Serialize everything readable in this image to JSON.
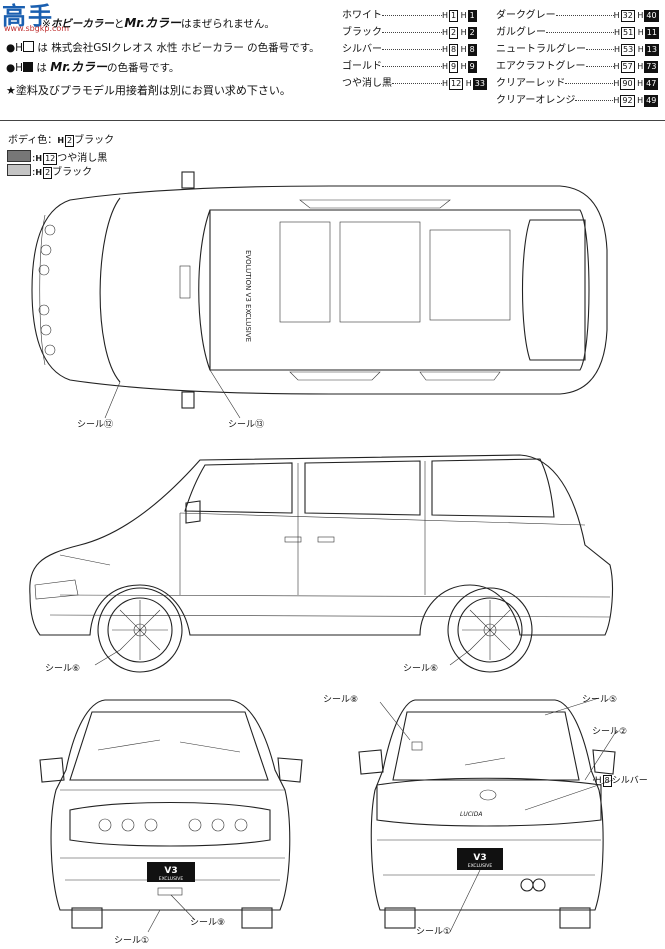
{
  "watermark": {
    "brand": "高手",
    "site": "www.sbgkp.com"
  },
  "header_notes": {
    "line1_prefix": "※",
    "line1_brand": "ホビーカラー",
    "line1_mid": "と",
    "line1_brand2": "Mr.カラー",
    "line1_suffix": "はまぜられません。",
    "line2_bullet": "●H",
    "line2_text": "は 株式会社GSIクレオス 水性 ホビーカラー の色番号です。",
    "line3_bullet": "●H",
    "line3_brand": "Mr.カラー",
    "line3_text": "の色番号です。",
    "line4": "★塗料及びプラモデル用接着剤は別にお買い求め下さい。"
  },
  "color_table_left": [
    {
      "name": "ホワイト",
      "h1": "1",
      "h2": "1"
    },
    {
      "name": "ブラック",
      "h1": "2",
      "h2": "2"
    },
    {
      "name": "シルバー",
      "h1": "8",
      "h2": "8"
    },
    {
      "name": "ゴールド",
      "h1": "9",
      "h2": "9"
    },
    {
      "name": "つや消し黒",
      "h1": "12",
      "h2": "33"
    }
  ],
  "color_table_right": [
    {
      "name": "ダークグレー",
      "h1": "32",
      "h2": "40"
    },
    {
      "name": "ガルグレー",
      "h1": "51",
      "h2": "11"
    },
    {
      "name": "ニュートラルグレー",
      "h1": "53",
      "h2": "13"
    },
    {
      "name": "エアクラフトグレー",
      "h1": "57",
      "h2": "73"
    },
    {
      "name": "クリアーレッド",
      "h1": "90",
      "h2": "47"
    },
    {
      "name": "クリアーオレンジ",
      "h1": "92",
      "h2": "49"
    }
  ],
  "legend": {
    "body_color": "ボディ色：",
    "body_code": "2",
    "body_name": "ブラック",
    "row1_code": "12",
    "row1_name": "つや消し黒",
    "row2_code": "2",
    "row2_name": "ブラック",
    "h_prefix": "H"
  },
  "callouts": {
    "top_seal_12": "シール⑫",
    "top_seal_13": "シール⑬",
    "side_seal_6a": "シール⑥",
    "side_seal_6b": "シール⑥",
    "front_seal_9": "シール⑨",
    "front_seal_1": "シール①",
    "rear_seal_8": "シール⑧",
    "rear_seal_5": "シール⑤",
    "rear_seal_2": "シール②",
    "rear_silver_code": "8",
    "rear_silver_name": "シルバー",
    "rear_silver_prefix": "·H",
    "rear_seal_1": "シール①"
  },
  "car_marks": {
    "front_badge_line1": "V3",
    "front_badge_line2": "EXCLUSIVE",
    "rear_badge_line1": "V3",
    "rear_badge_line2": "EXCLUSIVE",
    "rear_script": "LUCIDA",
    "roof_text": "EVOLUTION V3 EXCLUSIVE",
    "colors": {
      "ink": "#111111",
      "swatch_dark": "#777777",
      "swatch_light": "#c4c4c4"
    }
  }
}
